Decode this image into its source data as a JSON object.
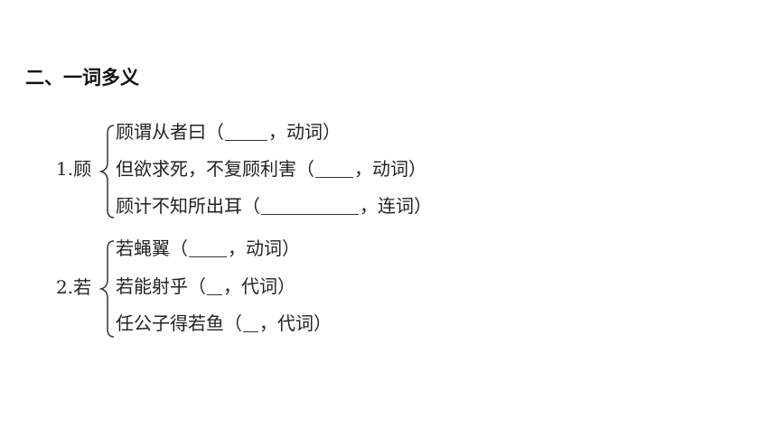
{
  "section_title": "二、一词多义",
  "groups": [
    {
      "label": "1.顾",
      "items": [
        {
          "before": "顾谓从者曰（",
          "after": "，动词）"
        },
        {
          "before": "但欲求死，不复顾利害（",
          "after": "，动词）"
        },
        {
          "before": "顾计不知所出耳（",
          "after": "，连词）"
        }
      ]
    },
    {
      "label": "2.若",
      "items": [
        {
          "before": "若蝇翼（",
          "after": "，动词）"
        },
        {
          "before": "若能射乎（",
          "after": "，代词）"
        },
        {
          "before": "任公子得若鱼（",
          "after": "，代词）"
        }
      ]
    }
  ]
}
